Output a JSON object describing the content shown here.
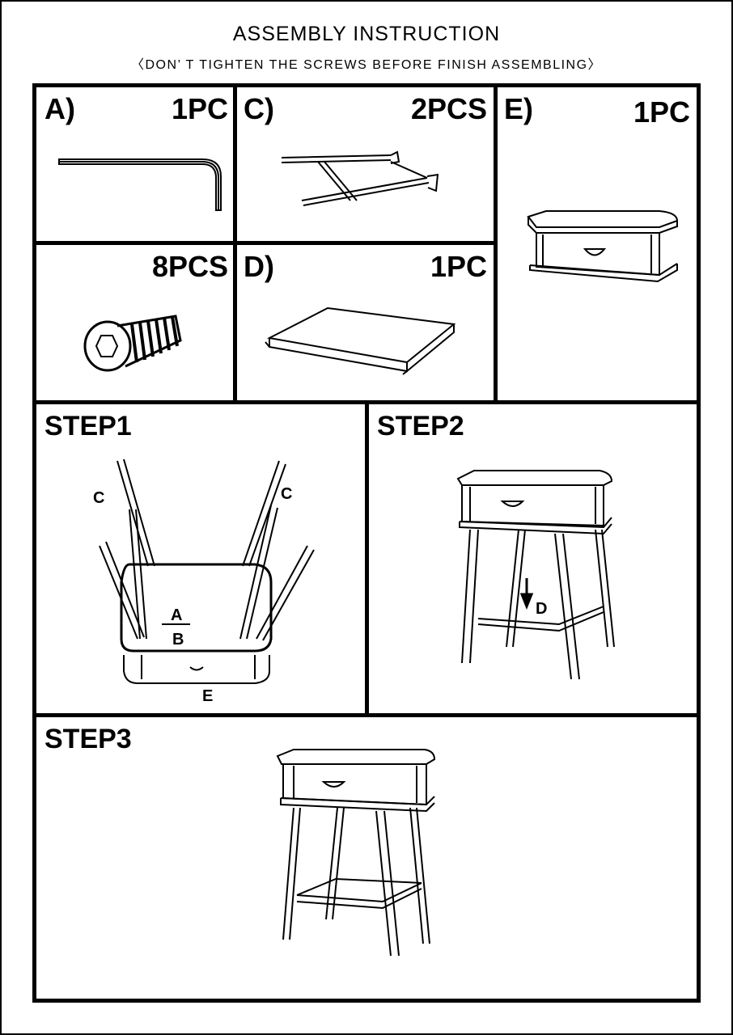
{
  "header": {
    "title": "ASSEMBLY INSTRUCTION",
    "subtitle": "〈DON’ T TIGHTEN THE SCREWS BEFORE FINISH ASSEMBLING〉"
  },
  "parts": [
    {
      "label": "A)",
      "count": "1PC"
    },
    {
      "label": "",
      "count": "8PCS"
    },
    {
      "label": "C)",
      "count": "2PCS"
    },
    {
      "label": "D)",
      "count": "1PC"
    },
    {
      "label": "E)",
      "count": "1PC"
    }
  ],
  "steps": [
    {
      "title": "STEP1",
      "callouts": [
        "C",
        "C",
        "A",
        "B",
        "E"
      ]
    },
    {
      "title": "STEP2",
      "callouts": [
        "D"
      ]
    },
    {
      "title": "STEP3"
    }
  ]
}
